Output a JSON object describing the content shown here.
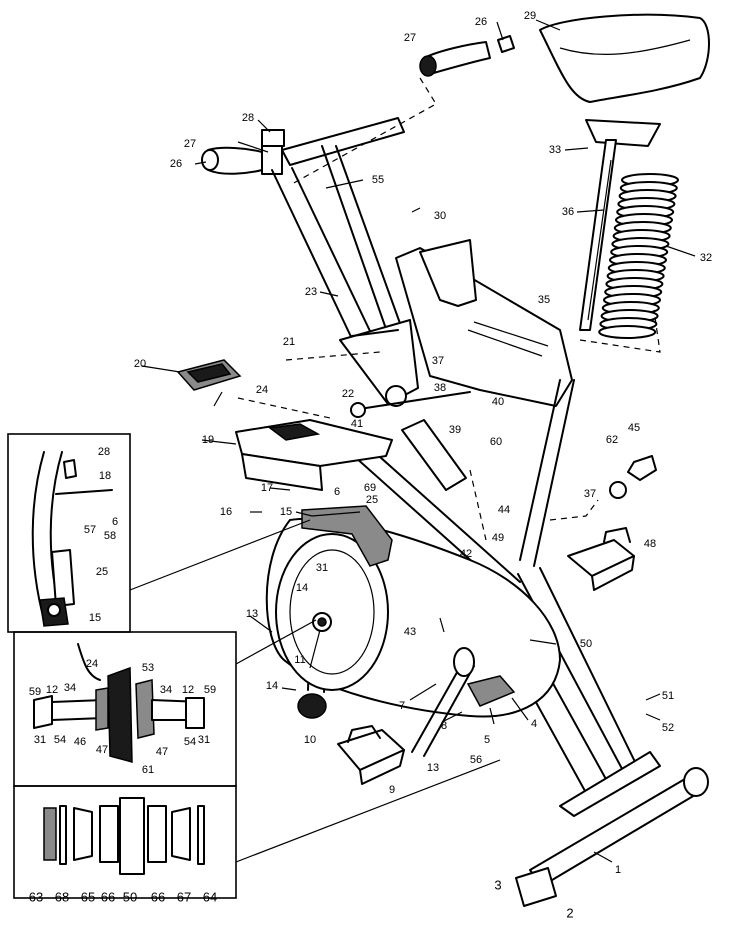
{
  "parts": {
    "p1": "1",
    "p2": "2",
    "p3": "3",
    "p4": "4",
    "p5": "5",
    "p6": "6",
    "p7": "7",
    "p8": "8",
    "p9": "9",
    "p10": "10",
    "p11": "11",
    "p12": "12",
    "p13": "13",
    "p14": "14",
    "p15": "15",
    "p16": "16",
    "p17": "17",
    "p18": "18",
    "p19": "19",
    "p20": "20",
    "p21": "21",
    "p22": "22",
    "p23": "23",
    "p24": "24",
    "p25": "25",
    "p26": "26",
    "p27": "27",
    "p28": "28",
    "p29": "29",
    "p30": "30",
    "p31": "31",
    "p32": "32",
    "p33": "33",
    "p34": "34",
    "p35": "35",
    "p36": "36",
    "p37": "37",
    "p38": "38",
    "p39": "39",
    "p40": "40",
    "p41": "41",
    "p42": "42",
    "p43": "43",
    "p44": "44",
    "p45": "45",
    "p46": "46",
    "p47": "47",
    "p48": "48",
    "p49": "49",
    "p50": "50",
    "p51": "51",
    "p52": "52",
    "p53": "53",
    "p54": "54",
    "p55": "55",
    "p56": "56",
    "p57": "57",
    "p58": "58",
    "p59": "59",
    "p60": "60",
    "p61": "61",
    "p62": "62",
    "p63": "63",
    "p64": "64",
    "p65": "65",
    "p66": "66",
    "p67": "67",
    "p68": "68",
    "p69": "69"
  }
}
